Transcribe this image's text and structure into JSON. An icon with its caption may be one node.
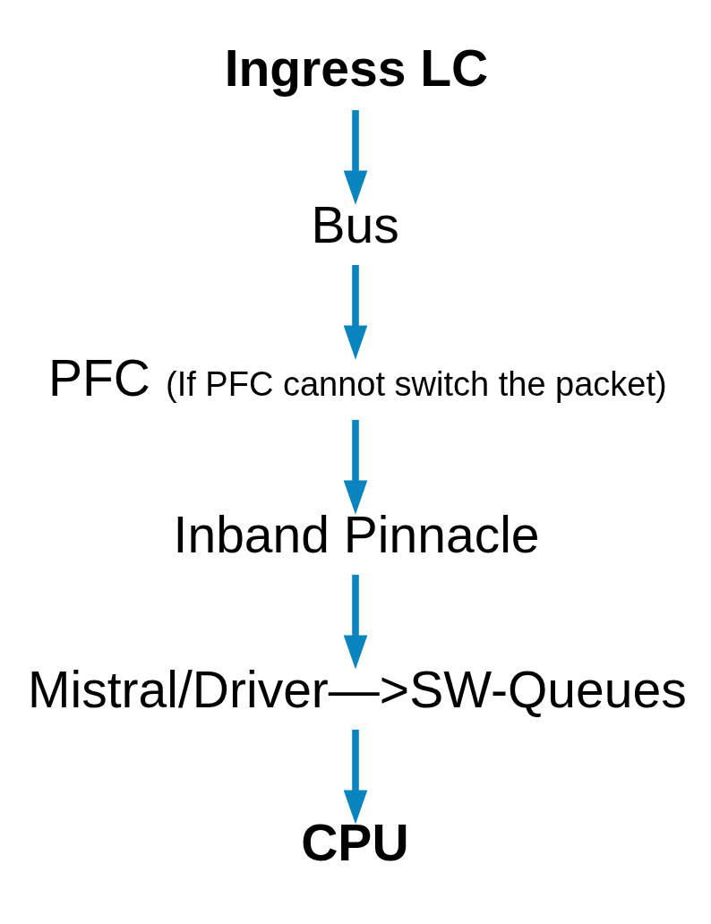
{
  "diagram": {
    "nodes": [
      {
        "text": [
          "Ingress LC"
        ]
      },
      {
        "text": [
          "Bus"
        ]
      },
      {
        "text": [
          "PFC"
        ],
        "beside": [
          "(If PFC cannot switch the packet)"
        ]
      },
      {
        "text": [
          "Inband Pinnacle"
        ]
      },
      {
        "text": [
          "Mistral/Driver—>SW-Queues"
        ]
      },
      {
        "text": [
          "CPU"
        ]
      }
    ],
    "edges": [
      {
        "from": 0,
        "to": 1,
        "arrow": "to"
      },
      {
        "from": 1,
        "to": 2,
        "arrow": "to"
      },
      {
        "from": 2,
        "to": 3,
        "arrow": "to"
      },
      {
        "from": 3,
        "to": 4,
        "arrow": "to"
      },
      {
        "from": 4,
        "to": 5,
        "arrow": "to"
      }
    ]
  }
}
